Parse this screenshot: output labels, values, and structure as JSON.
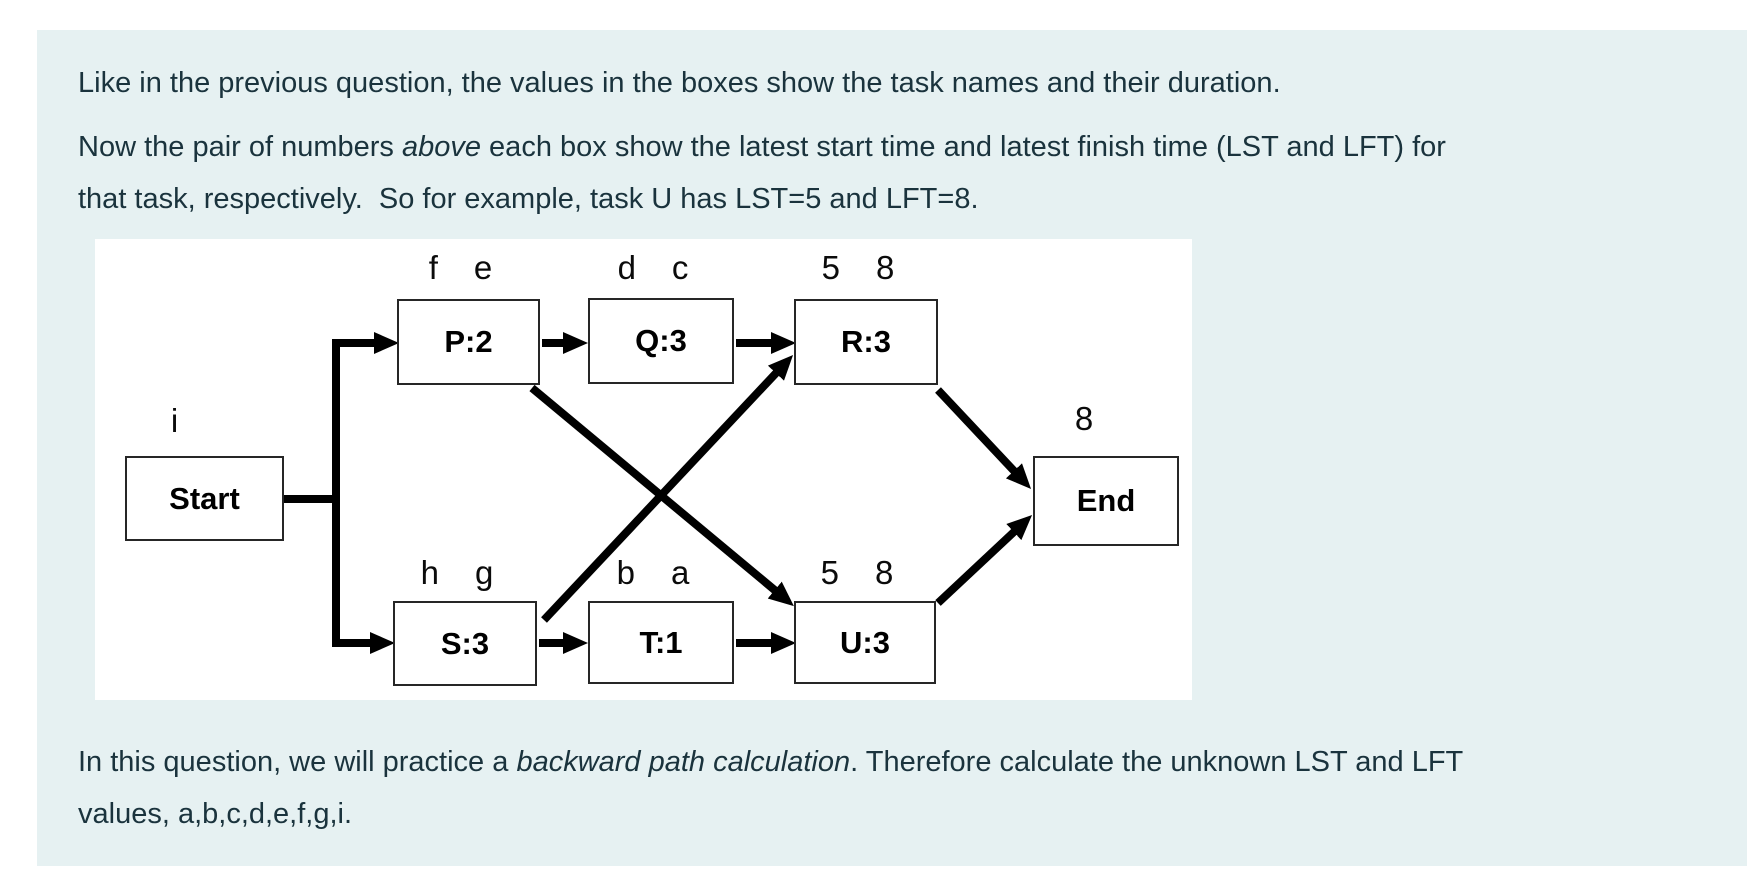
{
  "page": {
    "panel_bg": "#e6f1f2",
    "diagram_bg": "#ffffff",
    "text_color": "#1a333d"
  },
  "intro": {
    "p1": "Like in the previous question, the values in the boxes show the task names and their duration.",
    "p2": {
      "pre": "Now the pair of numbers ",
      "em": "above",
      "post": " each box show the latest start time and latest finish time (LST and LFT) for",
      "line2": "that task, respectively.  So for example, task U has LST=5 and LFT=8."
    }
  },
  "question": {
    "pre": "In this question, we will practice a ",
    "em": "backward path calculation",
    "post": ". Therefore calculate the unknown LST and LFT",
    "line2": "values, a,b,c,d,e,f,g,i."
  },
  "diagram": {
    "nodes": {
      "start": {
        "label": "Start",
        "above": "i"
      },
      "p": {
        "label": "P:2",
        "lst": "f",
        "lft": "e"
      },
      "q": {
        "label": "Q:3",
        "lst": "d",
        "lft": "c"
      },
      "r": {
        "label": "R:3",
        "lst": "5",
        "lft": "8"
      },
      "s": {
        "label": "S:3",
        "lst": "h",
        "lft": "g"
      },
      "t": {
        "label": "T:1",
        "lst": "b",
        "lft": "a"
      },
      "u": {
        "label": "U:3",
        "lst": "5",
        "lft": "8"
      },
      "end": {
        "label": "End",
        "above": "8"
      }
    },
    "edges": [
      "Start->P",
      "Start->S",
      "P->Q",
      "Q->R",
      "S->T",
      "T->U",
      "P->U",
      "S->R",
      "R->End",
      "U->End"
    ]
  }
}
